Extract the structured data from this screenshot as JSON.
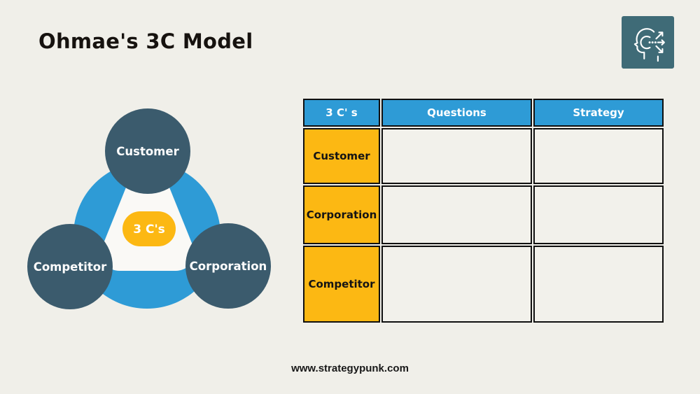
{
  "slide": {
    "title": "Ohmae's 3C Model",
    "footer_url": "www.strategypunk.com",
    "background_color": "#f0efe9"
  },
  "logo": {
    "name": "strategypunk head-with-arrows logo",
    "background_color": "#3f6b77"
  },
  "diagram": {
    "center_label": "3 C's",
    "nodes": [
      {
        "label": "Customer"
      },
      {
        "label": "Competitor"
      },
      {
        "label": "Corporation"
      }
    ],
    "colors": {
      "ring_blue": "#2e9bd6",
      "node_slate": "#3b5b6d",
      "pill_yellow": "#fcb813",
      "triangle_white": "#faf9f6"
    }
  },
  "table": {
    "headers": [
      "3 C' s",
      "Questions",
      "Strategy"
    ],
    "rows": [
      {
        "c": "Customer",
        "questions": "",
        "strategy": ""
      },
      {
        "c": "Corporation",
        "questions": "",
        "strategy": ""
      },
      {
        "c": "Competitor",
        "questions": "",
        "strategy": ""
      }
    ],
    "colors": {
      "header_bg": "#2e9bd6",
      "header_text": "#ffffff",
      "label_bg": "#fcb813",
      "border": "#101010",
      "cell_bg": "#f2f1eb"
    }
  }
}
